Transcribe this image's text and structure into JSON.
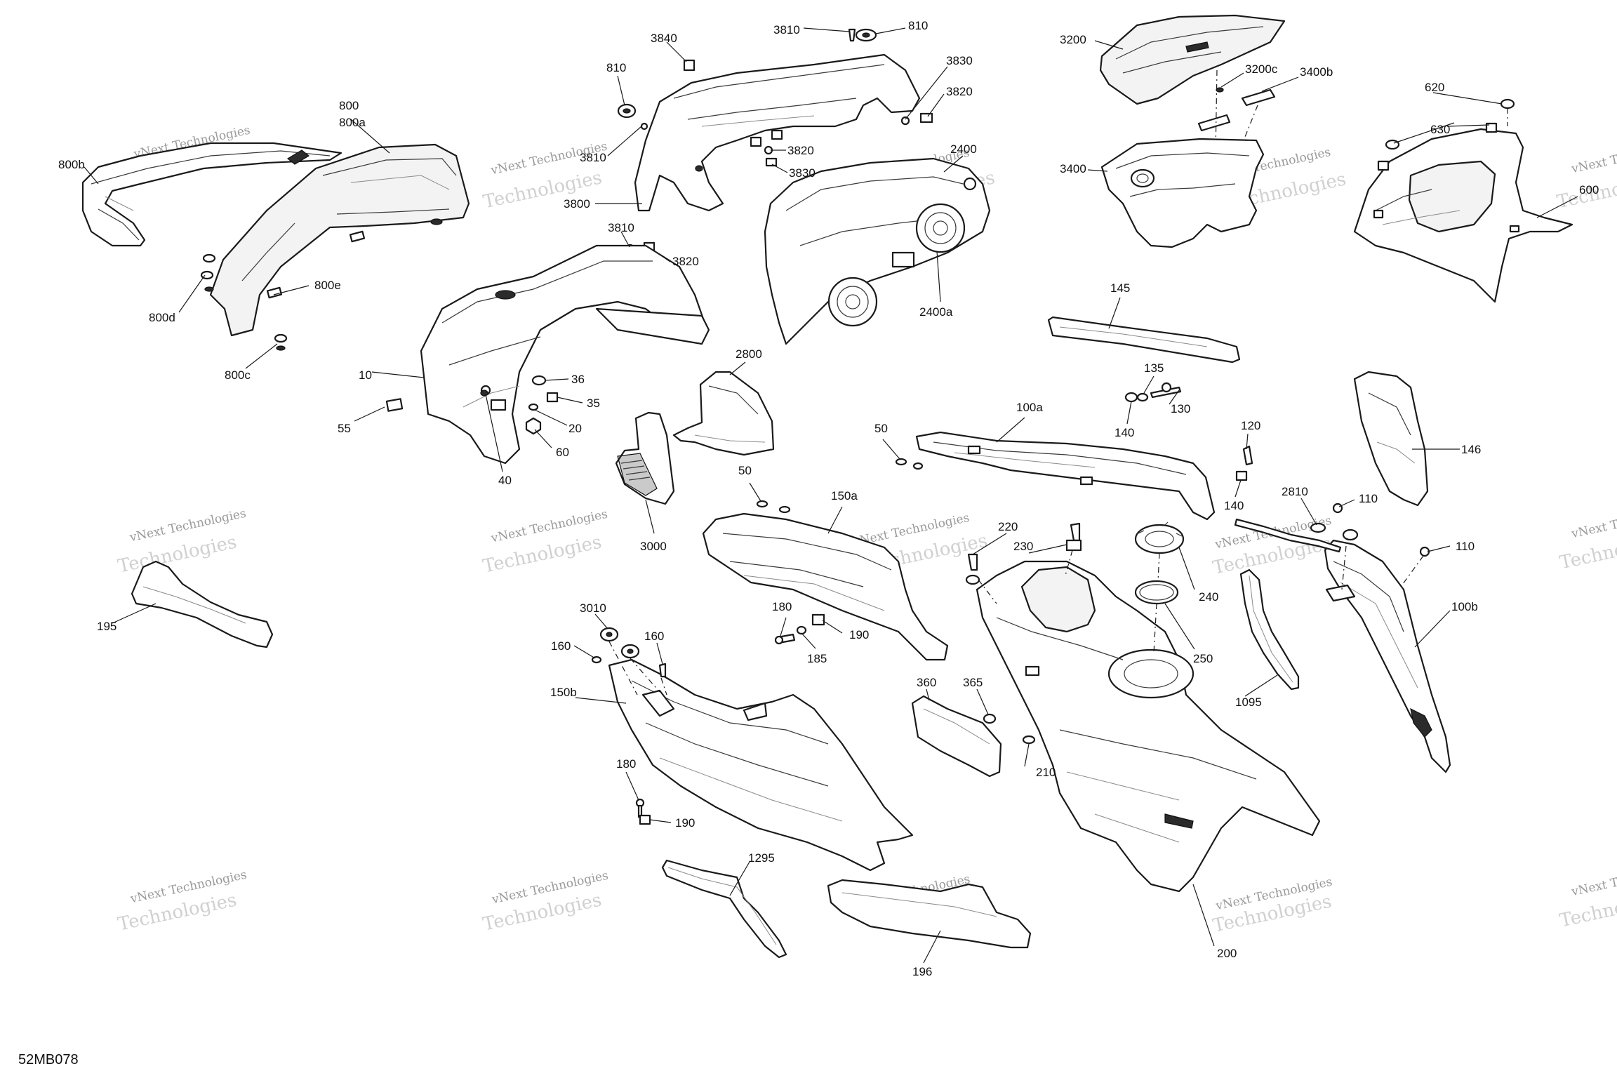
{
  "document_id": "52MB078",
  "watermark": {
    "line1": "vNext Technologies",
    "line2": "Technologies"
  },
  "callouts": {
    "c800": "800",
    "c800a": "800a",
    "c800b": "800b",
    "c800c": "800c",
    "c800d": "800d",
    "c800e": "800e",
    "c3840": "3840",
    "c3810_top": "3810",
    "c810_top": "810",
    "c810_left": "810",
    "c3830_top": "3830",
    "c3820_top": "3820",
    "c3810_mid": "3810",
    "c3820_mid": "3820",
    "c3830_mid": "3830",
    "c3800": "3800",
    "c3810_low": "3810",
    "c3820_low": "3820",
    "c2400": "2400",
    "c2400a": "2400a",
    "c3200": "3200",
    "c3200c": "3200c",
    "c3400b": "3400b",
    "c3400": "3400",
    "c620": "620",
    "c630": "630",
    "c600": "600",
    "c10": "10",
    "c55": "55",
    "c36": "36",
    "c35": "35",
    "c20": "20",
    "c60": "60",
    "c40": "40",
    "c2800": "2800",
    "c3000": "3000",
    "c145": "145",
    "c135": "135",
    "c130": "130",
    "c140_top": "140",
    "c146": "146",
    "c50_left": "50",
    "c50_right": "50",
    "c100a": "100a",
    "c150a": "150a",
    "c180_mid": "180",
    "c190_mid": "190",
    "c185": "185",
    "c220": "220",
    "c230": "230",
    "c240": "240",
    "c250": "250",
    "c120": "120",
    "c140_mid": "140",
    "c2810": "2810",
    "c110_top": "110",
    "c110_mid": "110",
    "c100b": "100b",
    "c195": "195",
    "c3010": "3010",
    "c160_left": "160",
    "c160_right": "160",
    "c150b": "150b",
    "c180_low": "180",
    "c190_low": "190",
    "c360": "360",
    "c365": "365",
    "c210": "210",
    "c1095": "1095",
    "c1295": "1295",
    "c196": "196",
    "c200": "200"
  }
}
